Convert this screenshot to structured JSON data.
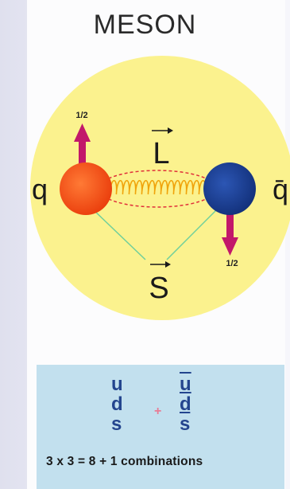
{
  "title": "MESON",
  "diagram": {
    "quark_label": "q",
    "antiquark_label": "q̄",
    "orbital_label": "L",
    "spin_label": "S",
    "quark_spin": "1/2",
    "antiquark_spin": "1/2"
  },
  "colors": {
    "background_circle": "#fbf28e",
    "quark": "#f2551a",
    "antiquark": "#1b3f94",
    "spin_arrow": "#c2186a",
    "spring": "#f0a30a",
    "dashed_line": "#e0303a",
    "spin_lines": "#6fcf9b",
    "legend_box": "#c2e0ee"
  },
  "flavor_table": {
    "quarks": [
      "u",
      "d",
      "s"
    ],
    "antiquarks": [
      "u",
      "d",
      "s"
    ],
    "operator": "+",
    "combinations": "3 x 3 = 8 + 1 combinations"
  }
}
